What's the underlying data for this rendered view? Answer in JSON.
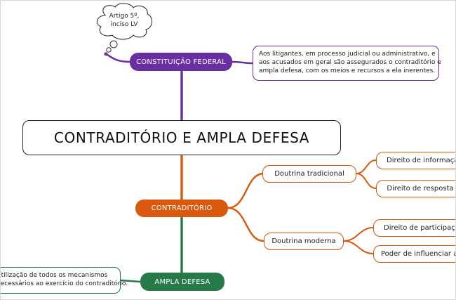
{
  "title": "CONTRADITÓRIO E AMPLA DEFESA",
  "cloud": {
    "line1": "Artigo 5º,",
    "line2": "inciso LV"
  },
  "constituicao": {
    "label": "CONSTITUIÇÃO FEDERAL",
    "note": {
      "line1": "Aos litigantes, em processo judicial ou administrativo, e",
      "line2": "aos acusados em geral são assegurados o contraditório e",
      "line3": "ampla defesa, com os meios e recursos a ela inerentes."
    }
  },
  "contraditorio": {
    "label": "CONTRADITÓRIO",
    "tradicional": {
      "label": "Doutrina tradicional",
      "items": [
        "Direito de informação",
        "Direito de resposta"
      ]
    },
    "moderna": {
      "label": "Doutrina moderna",
      "items": [
        "Direito de participação",
        "Poder de influenciar a decisão"
      ]
    }
  },
  "ampla_defesa": {
    "label": "AMPLA DEFESA",
    "note": {
      "line1": "Utilização de todos os mecanismos",
      "line2": "necessários ao exercício do contraditório."
    }
  },
  "colors": {
    "purple": "#6a2ea3",
    "orange": "#d9590f",
    "green": "#257a47"
  }
}
